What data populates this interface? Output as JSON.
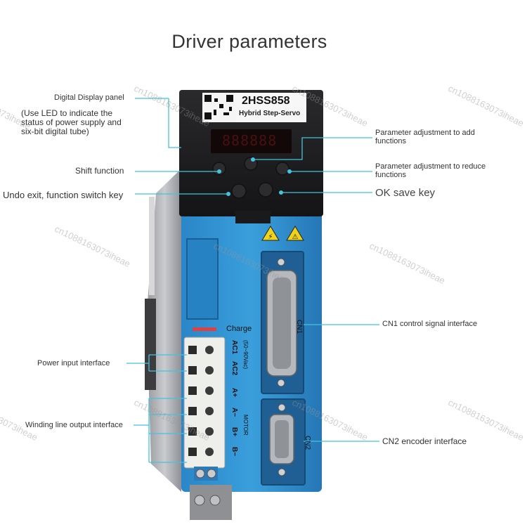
{
  "title": "Driver parameters",
  "device": {
    "model": "2HSS858",
    "subtitle": "Hybrid Step-Servo",
    "display_value": "888888",
    "charge_label": "Charge",
    "terminals": {
      "power_labels": [
        "AC1",
        "AC2"
      ],
      "voltage": "(50~90Vac)",
      "motor_labels": [
        "A+",
        "A−",
        "B+",
        "B−"
      ],
      "motor_title": "MOTOR"
    },
    "cn1_label": "CN1",
    "cn2_label": "CN2"
  },
  "labels": {
    "digital_display": "Digital Display panel",
    "digital_display_note": [
      "(Use LED to indicate the",
      "status of power supply and",
      "six-bit digital tube)"
    ],
    "shift": "Shift function",
    "undo": "Undo exit, function switch key",
    "param_add": [
      "Parameter adjustment to add",
      "functions"
    ],
    "param_reduce": [
      "Parameter adjustment to reduce",
      "functions"
    ],
    "ok_save": "OK save key",
    "cn1": "CN1 control signal interface",
    "cn2": "CN2 encoder interface",
    "power_input": "Power input interface",
    "winding": "Winding line output interface"
  },
  "watermark": "cn1088163073iheae",
  "colors": {
    "accent": "#45c2dd",
    "body_blue": "#2f8fd0",
    "panel_black": "#1c1c1e"
  }
}
